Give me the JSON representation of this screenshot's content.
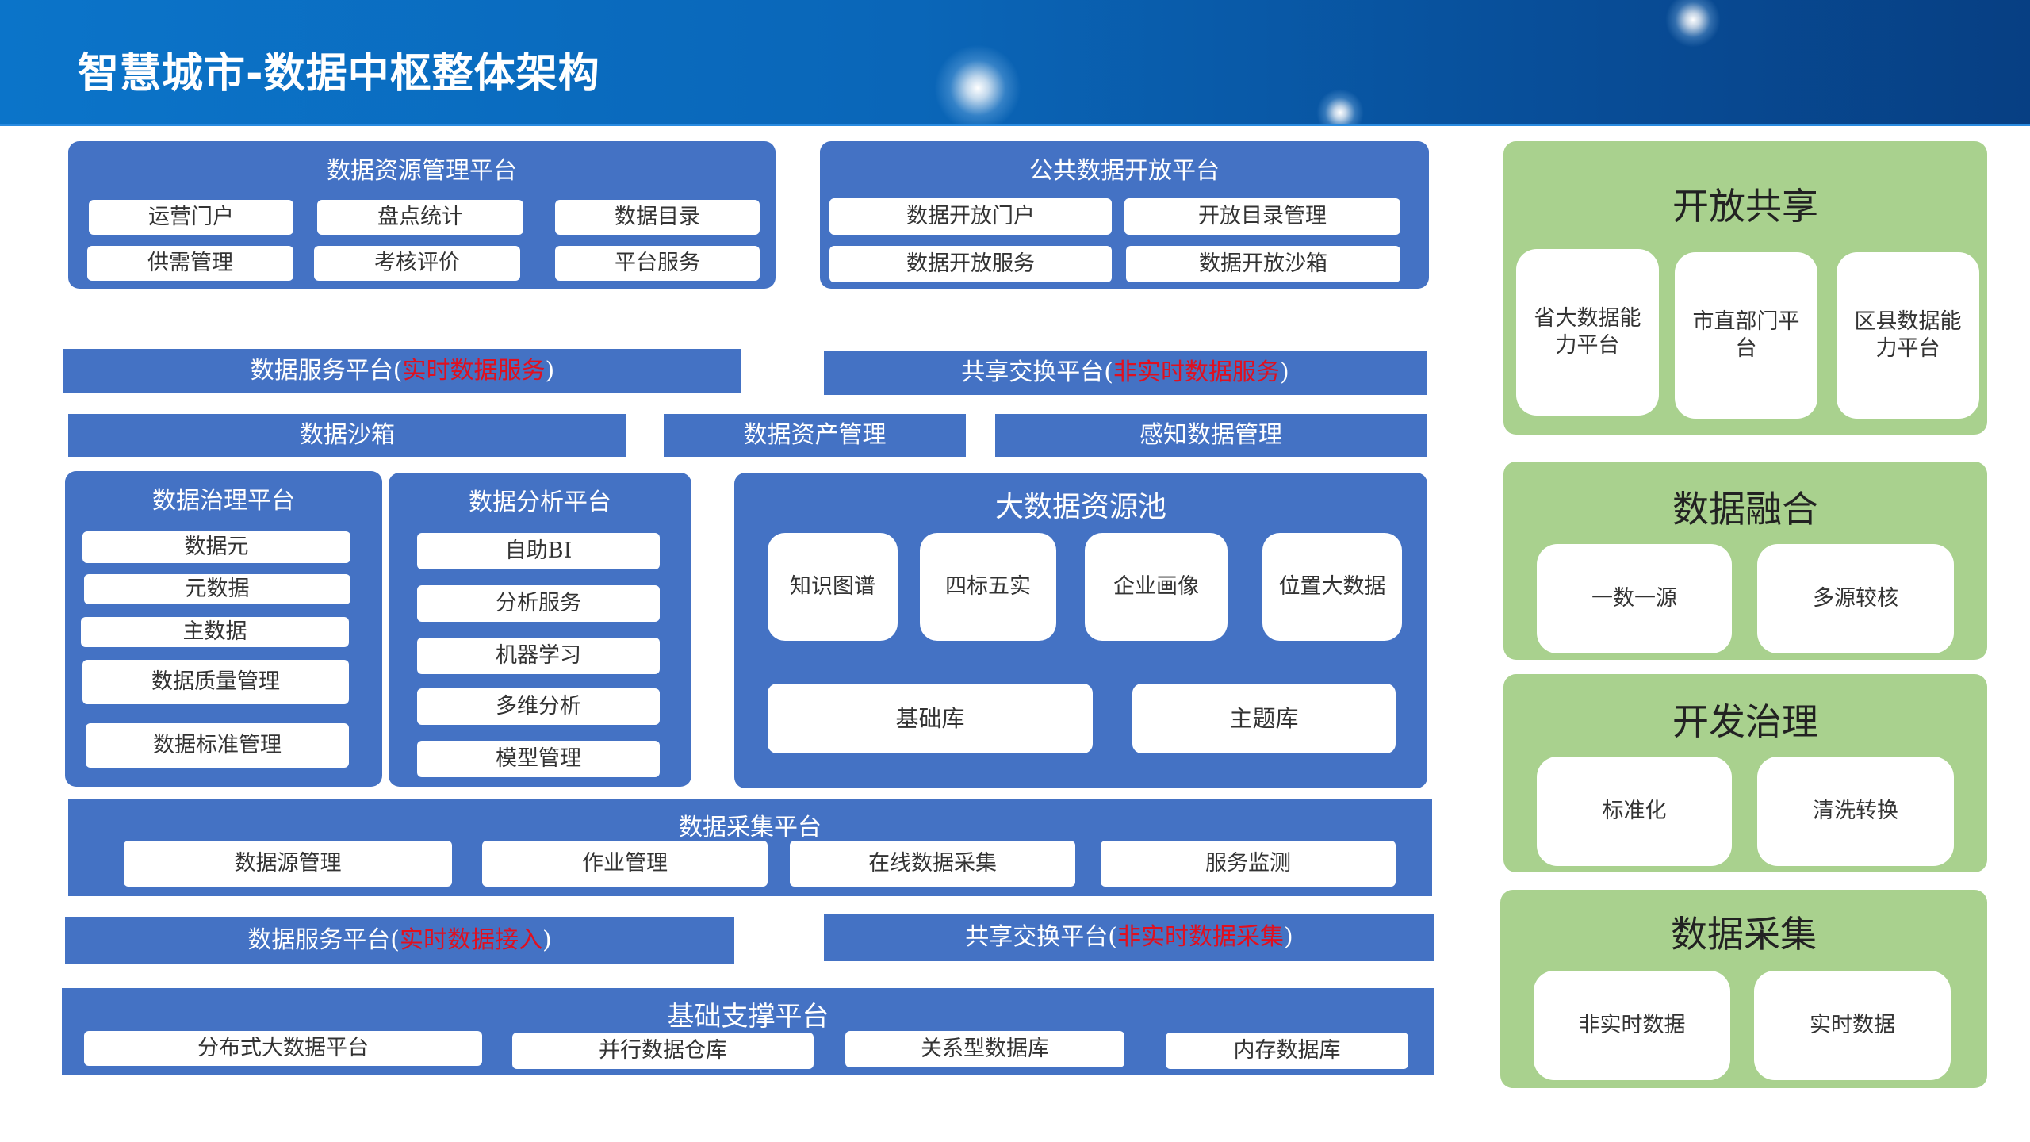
{
  "header": {
    "title": "智慧城市-数据中枢整体架构"
  },
  "resource_mgmt": {
    "title": "数据资源管理平台",
    "items": [
      "运营门户",
      "盘点统计",
      "数据目录",
      "供需管理",
      "考核评价",
      "平台服务"
    ]
  },
  "public_open": {
    "title": "公共数据开放平台",
    "items": [
      "数据开放门户",
      "开放目录管理",
      "数据开放服务",
      "数据开放沙箱"
    ]
  },
  "service_realtime_top": {
    "label": "数据服务平台(",
    "highlight": "实时数据服务",
    "suffix": ")"
  },
  "exchange_top": {
    "label": "共享交换平台(",
    "highlight": "非实时数据服务",
    "suffix": ")"
  },
  "sandbox": "数据沙箱",
  "asset_mgmt": "数据资产管理",
  "sensing_mgmt": "感知数据管理",
  "governance": {
    "title": "数据治理平台",
    "items": [
      "数据元",
      "元数据",
      "主数据",
      "数据质量管理",
      "数据标准管理"
    ]
  },
  "analysis": {
    "title": "数据分析平台",
    "items": [
      "自助BI",
      "分析服务",
      "机器学习",
      "多维分析",
      "模型管理"
    ]
  },
  "bigdata_pool": {
    "title": "大数据资源池",
    "cards": [
      "知识图谱",
      "四标五实",
      "企业画像",
      "位置大数据"
    ],
    "libs": [
      "基础库",
      "主题库"
    ]
  },
  "collection": {
    "title": "数据采集平台",
    "items": [
      "数据源管理",
      "作业管理",
      "在线数据采集",
      "服务监测"
    ]
  },
  "service_realtime_bottom": {
    "label": "数据服务平台(",
    "highlight": "实时数据接入",
    "suffix": ")"
  },
  "exchange_bottom": {
    "label": "共享交换平台(",
    "highlight": "非实时数据采集",
    "suffix": ")"
  },
  "infrastructure": {
    "title": "基础支撑平台",
    "items": [
      "分布式大数据平台",
      "并行数据仓库",
      "关系型数据库",
      "内存数据库"
    ]
  },
  "sidebar": {
    "open_share": {
      "title": "开放共享",
      "items": [
        "省大数据能力平台",
        "市直部门平台",
        "区县数据能力平台"
      ]
    },
    "fusion": {
      "title": "数据融合",
      "items": [
        "一数一源",
        "多源较核"
      ]
    },
    "dev_governance": {
      "title": "开发治理",
      "items": [
        "标准化",
        "清洗转换"
      ]
    },
    "collection": {
      "title": "数据采集",
      "items": [
        "非实时数据",
        "实时数据"
      ]
    }
  },
  "colors": {
    "header_blue": "#0a66b8",
    "panel_blue": "#4472c4",
    "side_green": "#a9d18e",
    "highlight_red": "#e0101f"
  }
}
